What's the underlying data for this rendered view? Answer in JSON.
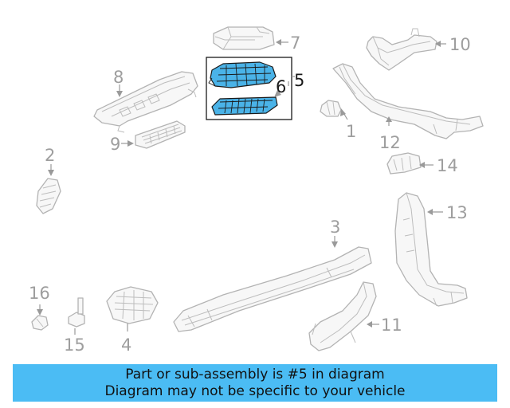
{
  "diagram": {
    "callouts": [
      {
        "id": "1",
        "label": "1"
      },
      {
        "id": "2",
        "label": "2"
      },
      {
        "id": "3",
        "label": "3"
      },
      {
        "id": "4",
        "label": "4"
      },
      {
        "id": "5",
        "label": "5"
      },
      {
        "id": "6",
        "label": "6"
      },
      {
        "id": "7",
        "label": "7"
      },
      {
        "id": "8",
        "label": "8"
      },
      {
        "id": "9",
        "label": "9"
      },
      {
        "id": "10",
        "label": "10"
      },
      {
        "id": "11",
        "label": "11"
      },
      {
        "id": "12",
        "label": "12"
      },
      {
        "id": "13",
        "label": "13"
      },
      {
        "id": "14",
        "label": "14"
      },
      {
        "id": "15",
        "label": "15"
      },
      {
        "id": "16",
        "label": "16"
      }
    ],
    "highlighted_part": "5",
    "colors": {
      "highlight": "#4ab3e8",
      "banner": "#4bbcf4",
      "line": "#b3b3b3"
    }
  },
  "banner": {
    "line1": "Part or sub-assembly is #5 in diagram",
    "line2": "Diagram may not be specific to your vehicle"
  }
}
